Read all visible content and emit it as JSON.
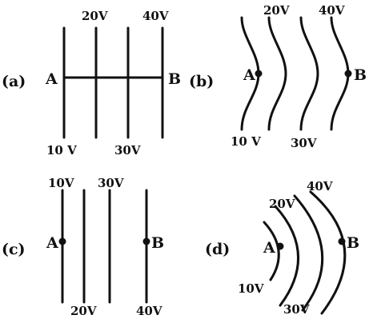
{
  "panels": {
    "a": {
      "panel_label": "(a)",
      "line_labels": [
        "10 V",
        "20V",
        "30V",
        "40V"
      ],
      "point_a": "A",
      "point_b": "B"
    },
    "b": {
      "panel_label": "(b)",
      "line_labels": [
        "10 V",
        "20V",
        "30V",
        "40V"
      ],
      "point_a": "A",
      "point_b": "B"
    },
    "c": {
      "panel_label": "(c)",
      "line_labels": [
        "10V",
        "20V",
        "30V",
        "40V"
      ],
      "point_a": "A",
      "point_b": "B"
    },
    "d": {
      "panel_label": "(d)",
      "line_labels": [
        "10V",
        "20V",
        "30V",
        "40V"
      ],
      "point_a": "A",
      "point_b": "B"
    }
  },
  "colors": {
    "ink": "#111111",
    "background": "#ffffff"
  }
}
